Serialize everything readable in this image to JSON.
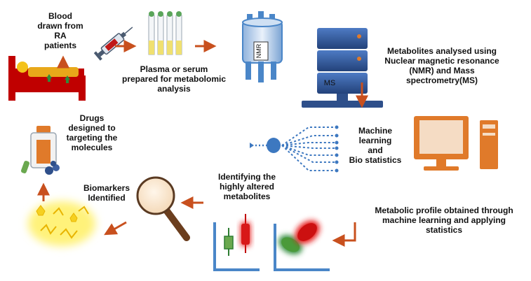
{
  "labels": {
    "blood_drawn": [
      "Blood",
      "drawn from",
      "RA",
      "patients"
    ],
    "plasma": [
      "Plasma or serum",
      "prepared for metabolomic",
      "analysis"
    ],
    "metabolites_analysed": [
      "Metabolites analysed using",
      "Nuclear magnetic resonance",
      "(NMR) and Mass",
      "spectrometry(MS)"
    ],
    "machine_learning": [
      "Machine",
      "learning",
      "and",
      "Bio statistics"
    ],
    "metabolic_profile": [
      "Metabolic profile obtained through",
      "machine learning and applying",
      "statistics"
    ],
    "identifying": [
      "Identifying the",
      "highly altered",
      "metabolites"
    ],
    "biomarkers": [
      "Biomarkers",
      "Identified"
    ],
    "drugs": [
      "Drugs",
      "designed to",
      "targeting the",
      "molecules"
    ]
  },
  "device_labels": {
    "nmr": "NMR",
    "ms": "MS"
  },
  "colors": {
    "arrow": "#c8501e",
    "bed": "#c00000",
    "blue_dark": "#2e4f8a",
    "blue_light": "#4a86c8",
    "computer": "#e07a2a",
    "tube_cap": "#5aa55a",
    "tube_liquid": "#f0e070",
    "glow_yellow": "#fff27a"
  }
}
